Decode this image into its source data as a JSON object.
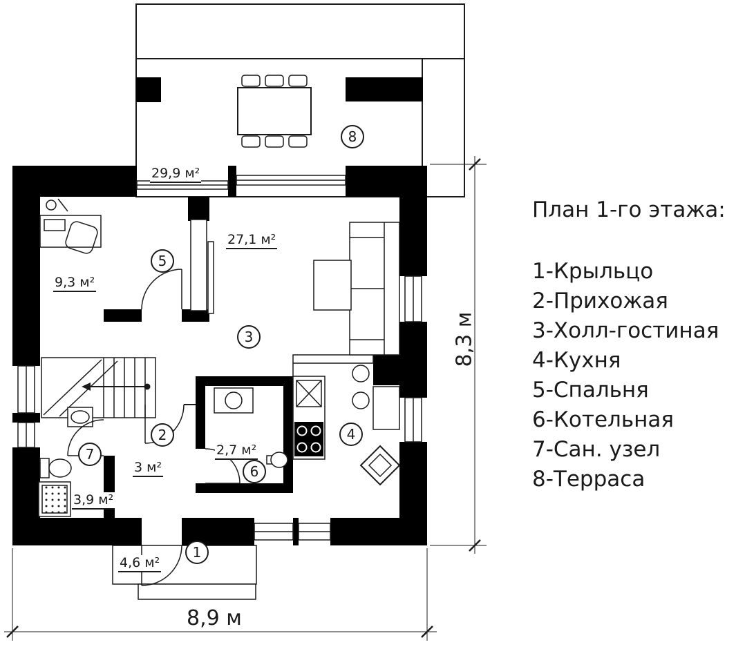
{
  "colors": {
    "ink": "#1a1a1a",
    "wall": "#000000",
    "background": "#ffffff"
  },
  "legend": {
    "title": "План 1-го этажа:",
    "items": [
      "1-Крыльцо",
      "2-Прихожая",
      "3-Холл-гостиная",
      "4-Кухня",
      "5-Спальня",
      "6-Котельная",
      "7-Сан. узел",
      "8-Терраса"
    ]
  },
  "plan": {
    "rooms": [
      {
        "number": "1",
        "area_label": "4,6 м²"
      },
      {
        "number": "2",
        "area_label": "3 м²"
      },
      {
        "number": "3",
        "area_label": "27,1 м²"
      },
      {
        "number": "4"
      },
      {
        "number": "5",
        "area_label": "9,3 м²"
      },
      {
        "number": "6",
        "area_label": "2,7 м²"
      },
      {
        "number": "7",
        "area_label": "3,9 м²"
      },
      {
        "number": "8",
        "area_label": "29,9 м²"
      }
    ],
    "dimensions": {
      "width_label": "8,9 м",
      "height_label": "8,3 м"
    }
  }
}
